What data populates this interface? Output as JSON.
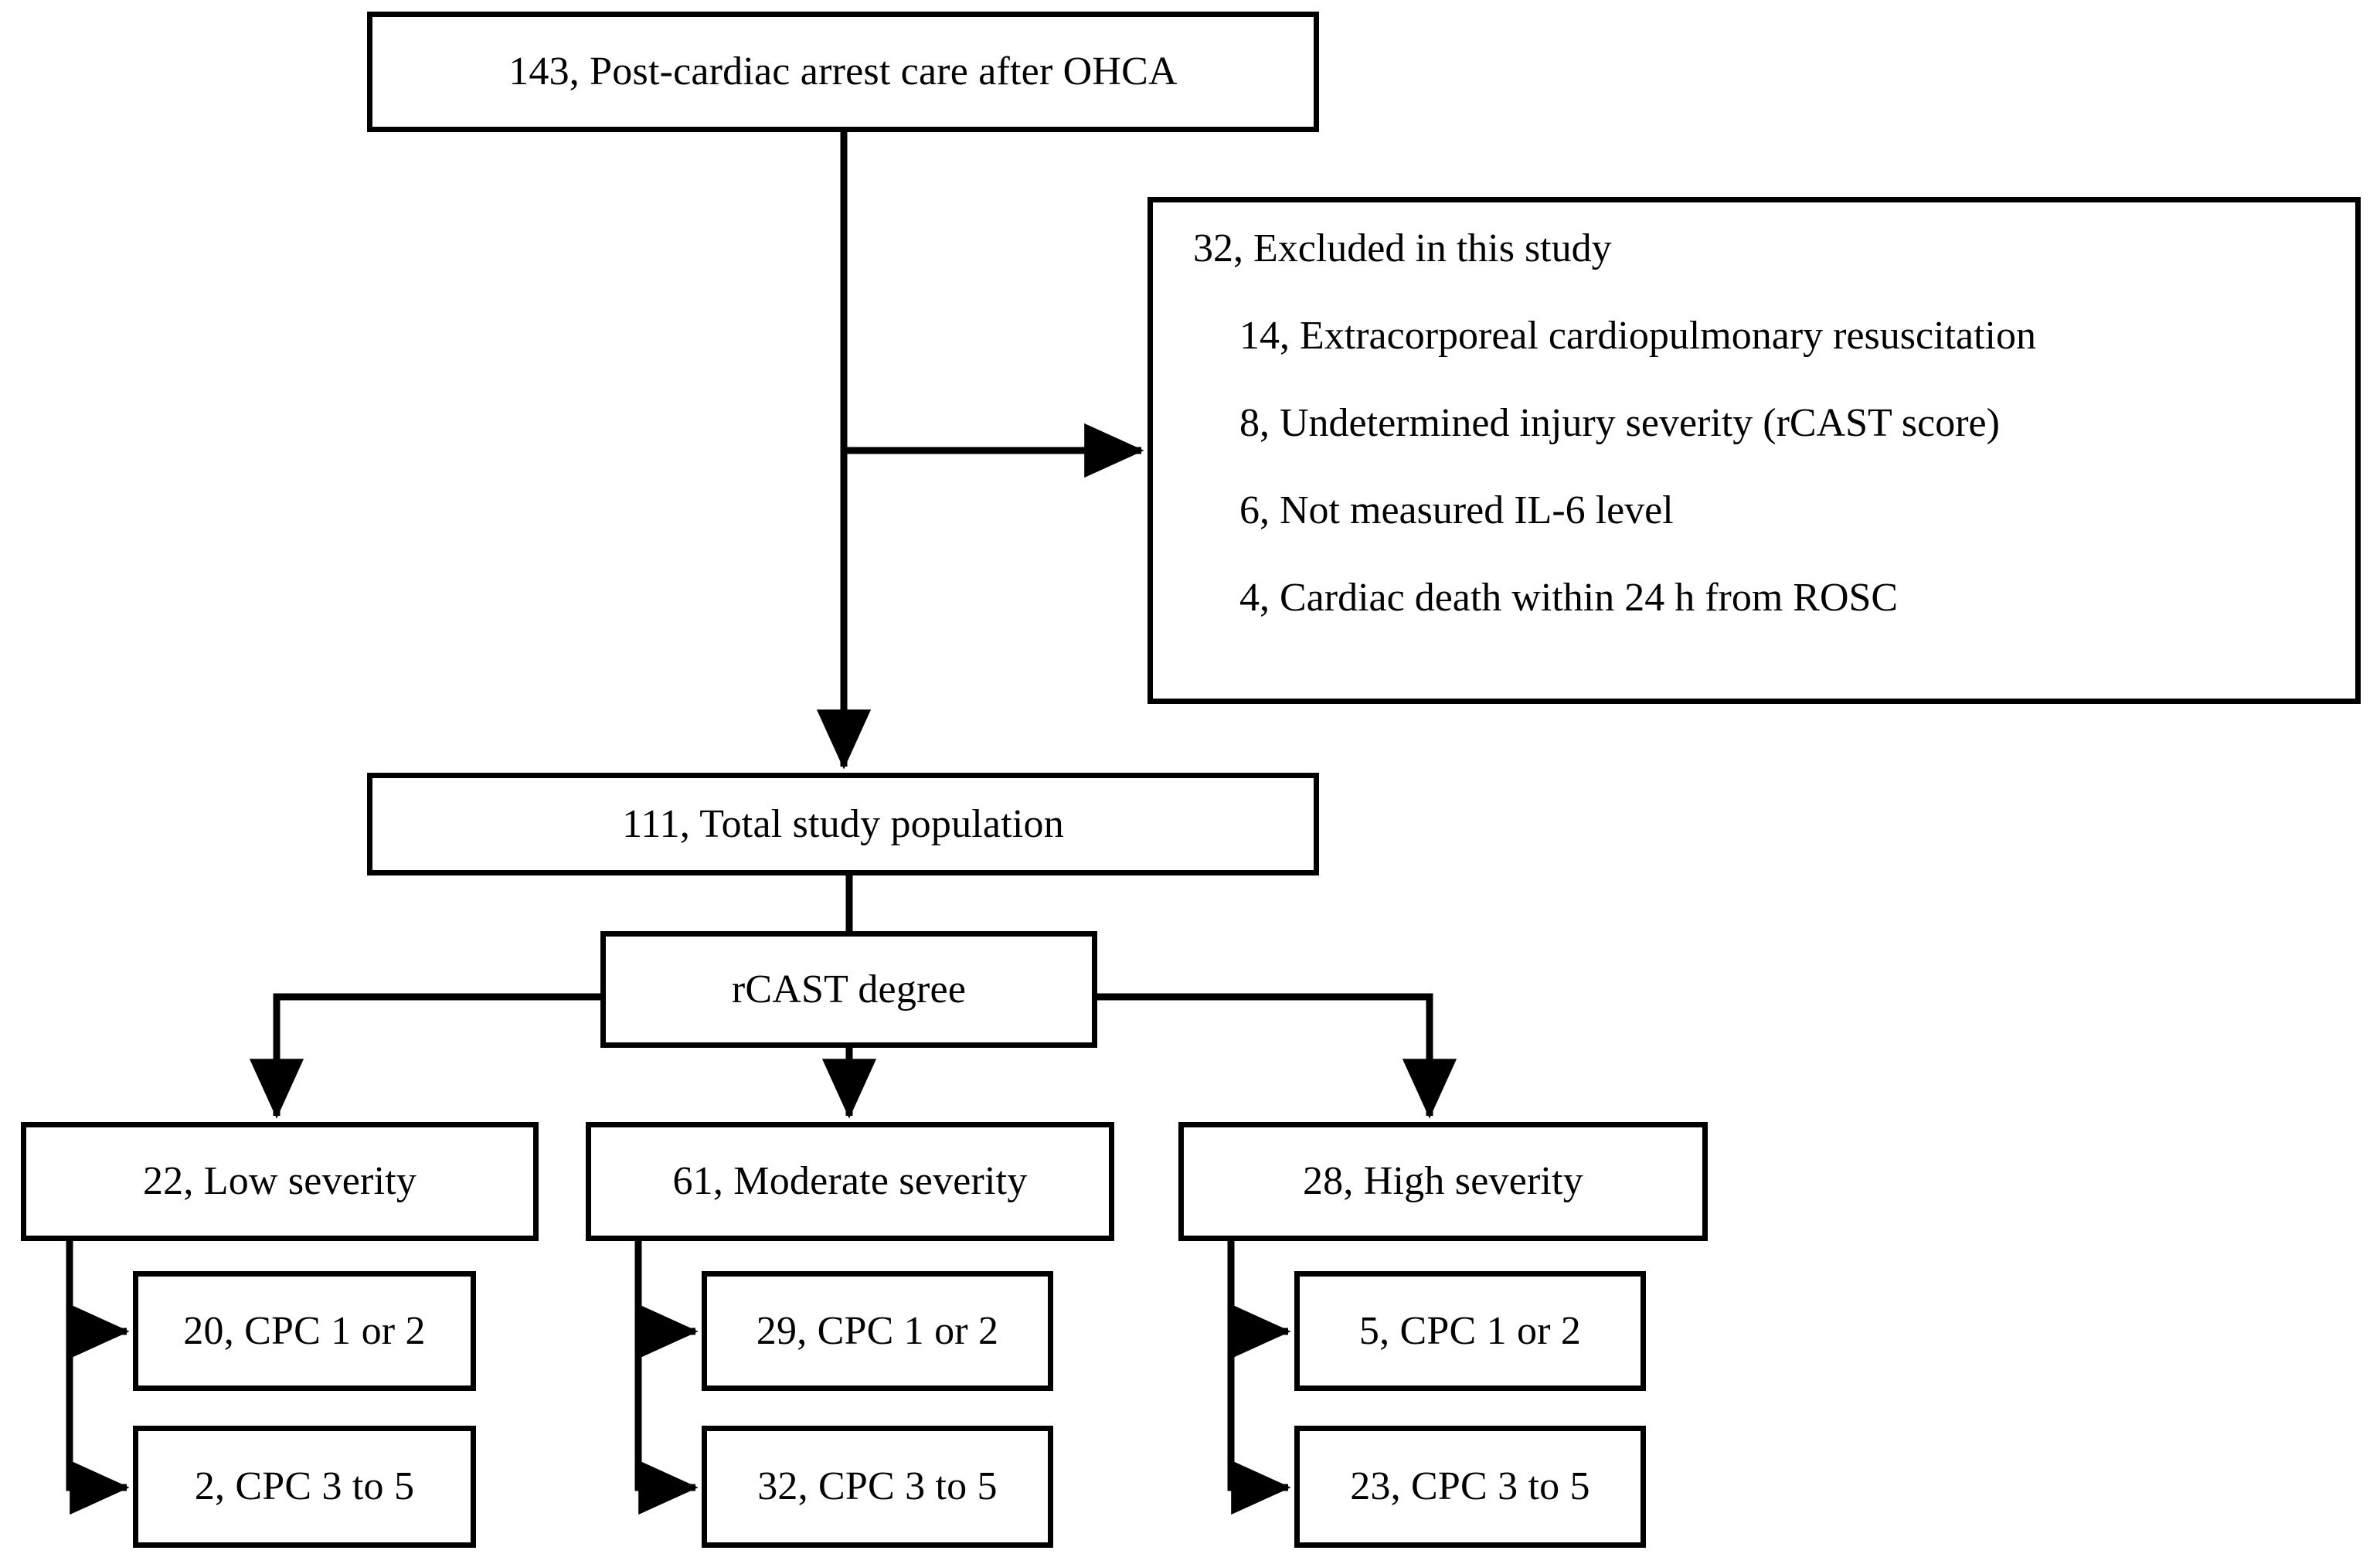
{
  "diagram": {
    "type": "study-flow-diagram",
    "title": "Post-cardiac arrest care after OHCA study flow",
    "nodes": {
      "enrolled": {
        "label": "143, Post-cardiac arrest care after OHCA",
        "count": 143
      },
      "excluded": {
        "heading": "32, Excluded in this study",
        "count": 32,
        "reasons": [
          {
            "label": "14, Extracorporeal cardiopulmonary resuscitation",
            "count": 14
          },
          {
            "label": "8, Undetermined injury severity (rCAST score)",
            "count": 8
          },
          {
            "label": "6, Not measured IL-6 level",
            "count": 6
          },
          {
            "label": "4, Cardiac death within 24 h from ROSC",
            "count": 4
          }
        ]
      },
      "total_population": {
        "label": "111, Total study population",
        "count": 111
      },
      "stratifier": {
        "label": "rCAST degree"
      },
      "severity_groups": [
        {
          "label": "22, Low severity",
          "count": 22,
          "outcomes": [
            {
              "label": "20, CPC 1 or 2",
              "count": 20
            },
            {
              "label": "2, CPC 3 to 5",
              "count": 2
            }
          ]
        },
        {
          "label": "61, Moderate severity",
          "count": 61,
          "outcomes": [
            {
              "label": "29, CPC 1 or 2",
              "count": 29
            },
            {
              "label": "32, CPC 3 to 5",
              "count": 32
            }
          ]
        },
        {
          "label": "28, High severity",
          "count": 28,
          "outcomes": [
            {
              "label": "5, CPC 1 or 2",
              "count": 5
            },
            {
              "label": "23, CPC 3 to 5",
              "count": 23
            }
          ]
        }
      ]
    },
    "colors": {
      "background": "#ffffff",
      "stroke": "#000000",
      "text": "#000000"
    }
  }
}
